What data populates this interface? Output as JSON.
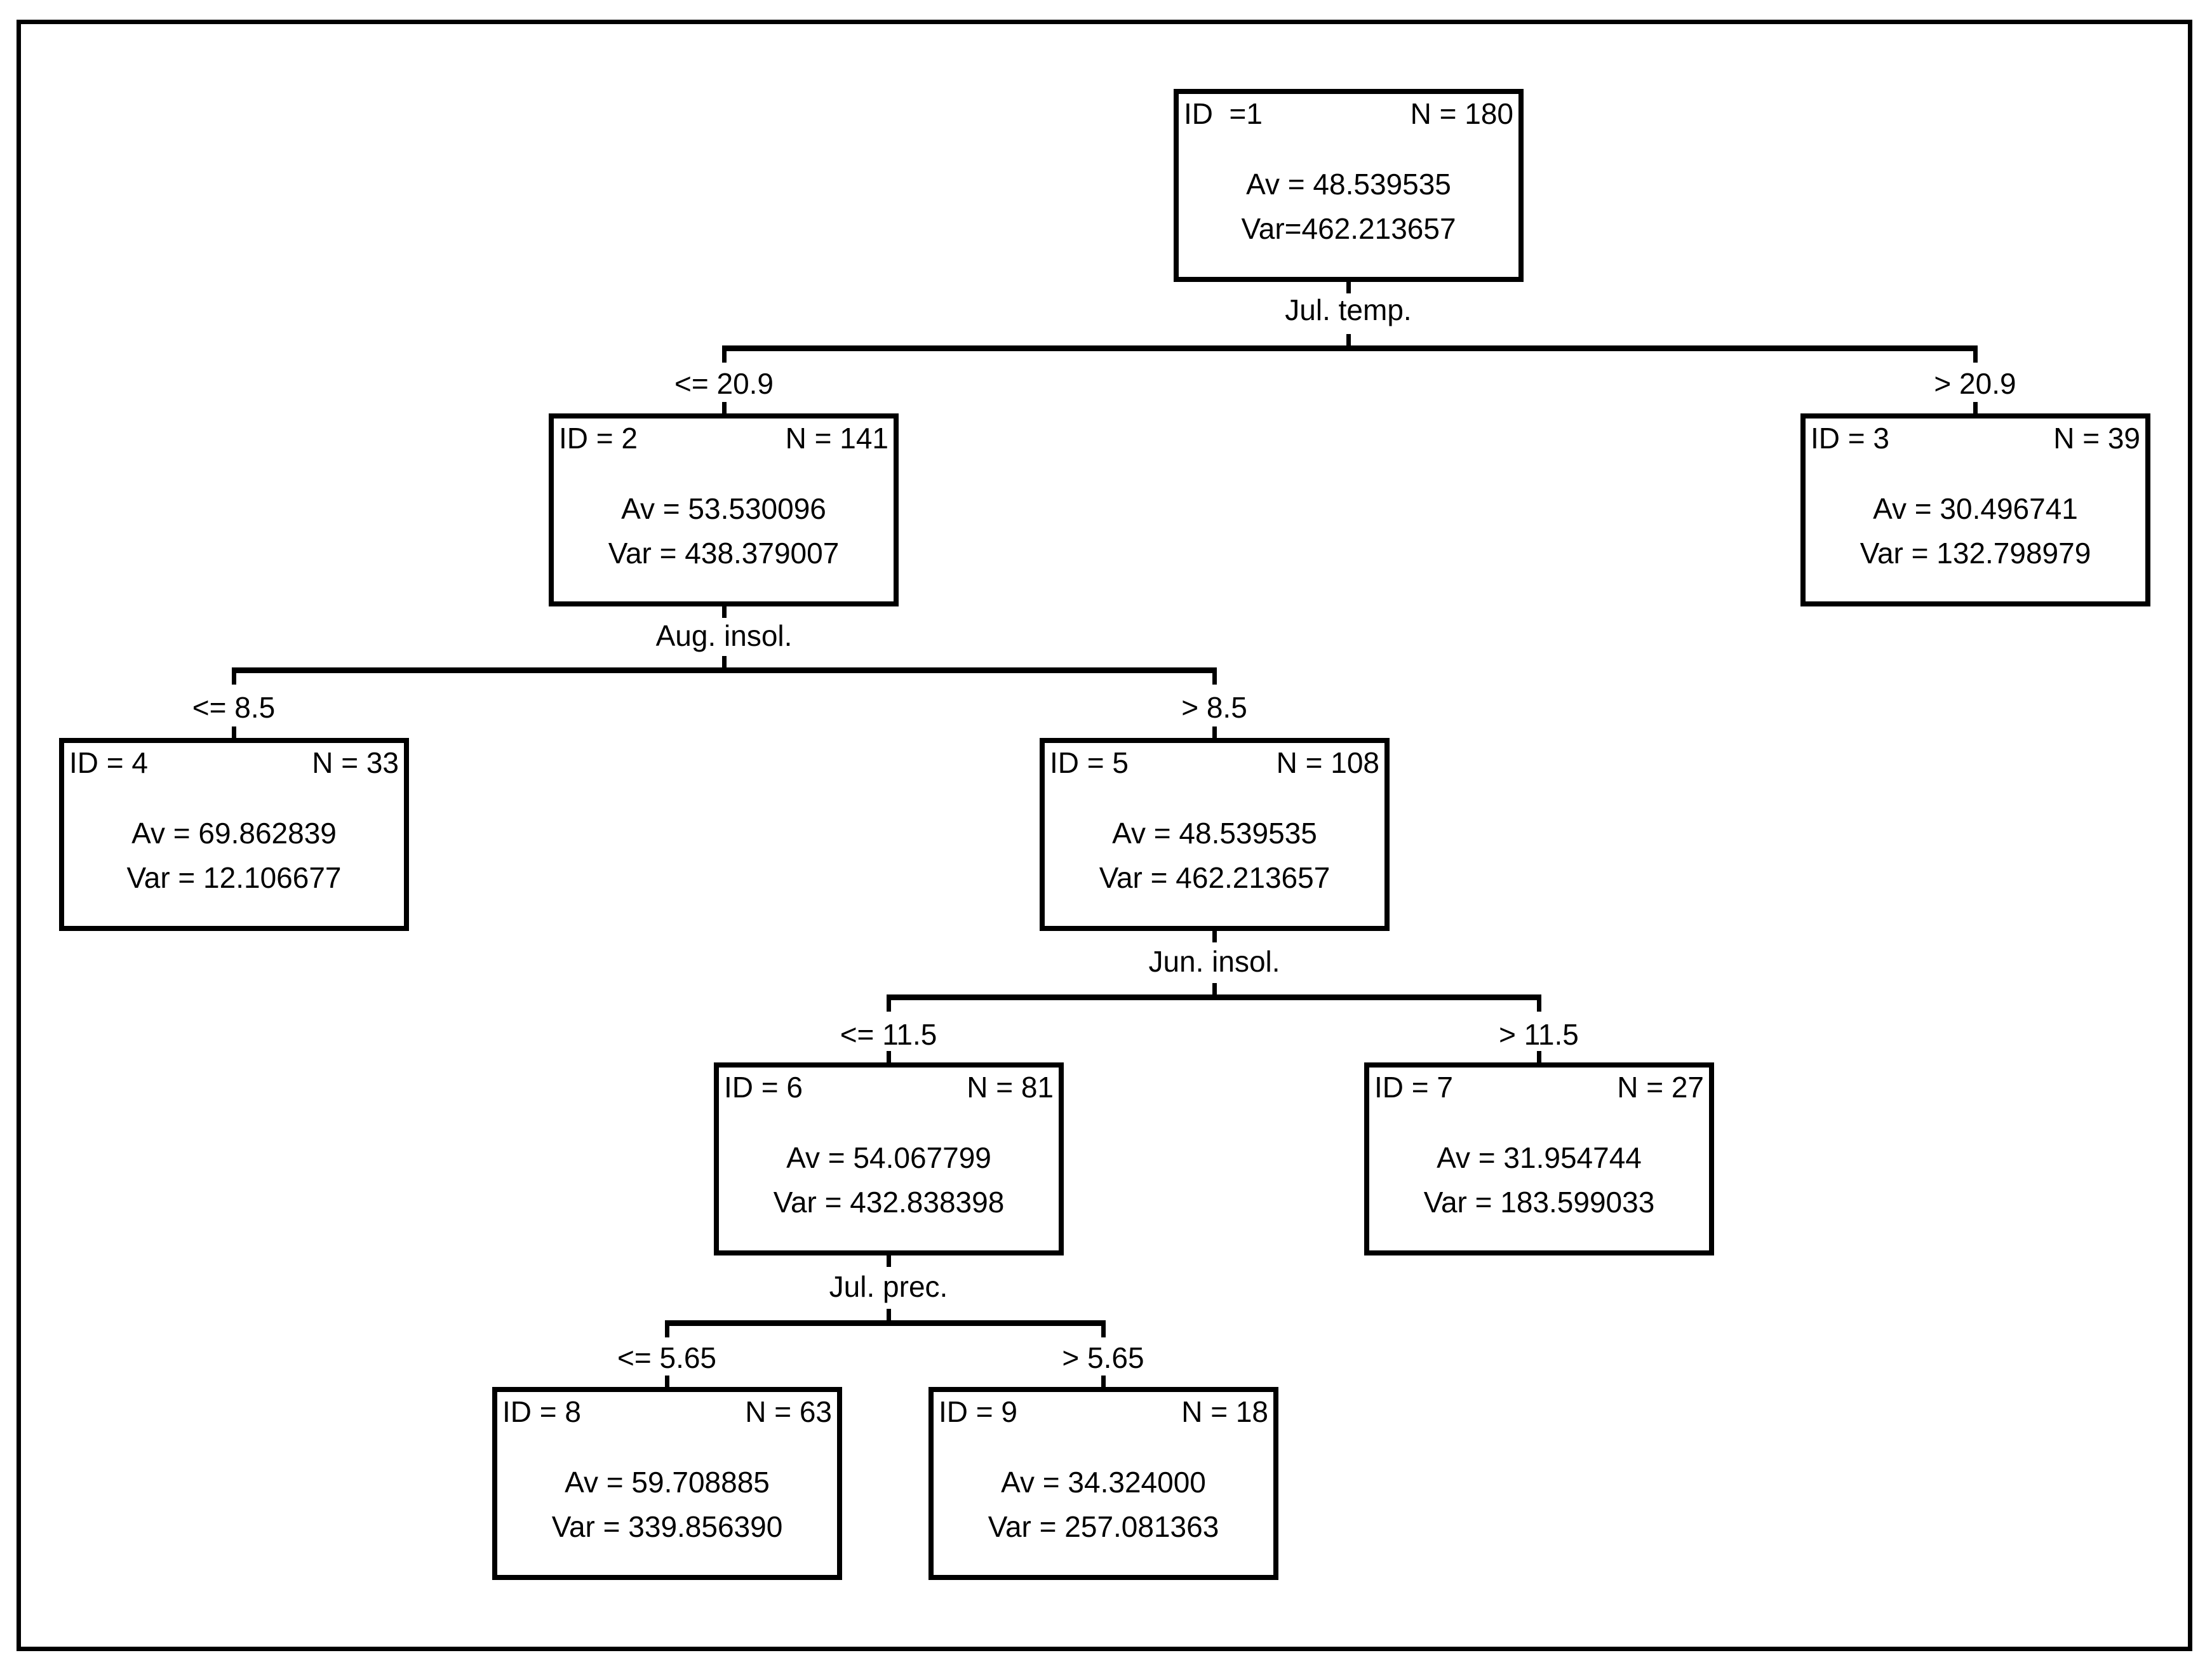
{
  "figure": {
    "background_color": "#ffffff",
    "line_color": "#000000",
    "type": "regression-tree-diagram"
  },
  "nodes": [
    {
      "id": "ID  =1",
      "n": "N = 180",
      "av": "Av = 48.539535",
      "var": "Var=462.213657"
    },
    {
      "id": "ID = 2",
      "n": "N = 141",
      "av": "Av = 53.530096",
      "var": "Var = 438.379007"
    },
    {
      "id": "ID = 3",
      "n": "N = 39",
      "av": "Av = 30.496741",
      "var": "Var = 132.798979"
    },
    {
      "id": "ID = 4",
      "n": "N = 33",
      "av": "Av = 69.862839",
      "var": "Var = 12.106677"
    },
    {
      "id": "ID = 5",
      "n": "N = 108",
      "av": "Av = 48.539535",
      "var": "Var = 462.213657"
    },
    {
      "id": "ID = 6",
      "n": "N = 81",
      "av": "Av = 54.067799",
      "var": "Var = 432.838398"
    },
    {
      "id": "ID = 7",
      "n": "N = 27",
      "av": "Av = 31.954744",
      "var": "Var = 183.599033"
    },
    {
      "id": "ID = 8",
      "n": "N = 63",
      "av": "Av = 59.708885",
      "var": "Var = 339.856390"
    },
    {
      "id": "ID = 9",
      "n": "N = 18",
      "av": "Av = 34.324000",
      "var": "Var = 257.081363"
    }
  ],
  "splits": [
    {
      "variable": "Jul. temp.",
      "left": "<= 20.9",
      "right": "> 20.9",
      "parent": "ID = 1",
      "left_child": "ID = 2",
      "right_child": "ID = 3"
    },
    {
      "variable": "Aug. insol.",
      "left": "<= 8.5",
      "right": "> 8.5",
      "parent": "ID = 2",
      "left_child": "ID = 4",
      "right_child": "ID = 5"
    },
    {
      "variable": "Jun. insol.",
      "left": "<= 11.5",
      "right": "> 11.5",
      "parent": "ID = 5",
      "left_child": "ID = 6",
      "right_child": "ID = 7"
    },
    {
      "variable": "Jul. prec.",
      "left": "<= 5.65",
      "right": "> 5.65",
      "parent": "ID = 6",
      "left_child": "ID = 8",
      "right_child": "ID = 9"
    }
  ]
}
